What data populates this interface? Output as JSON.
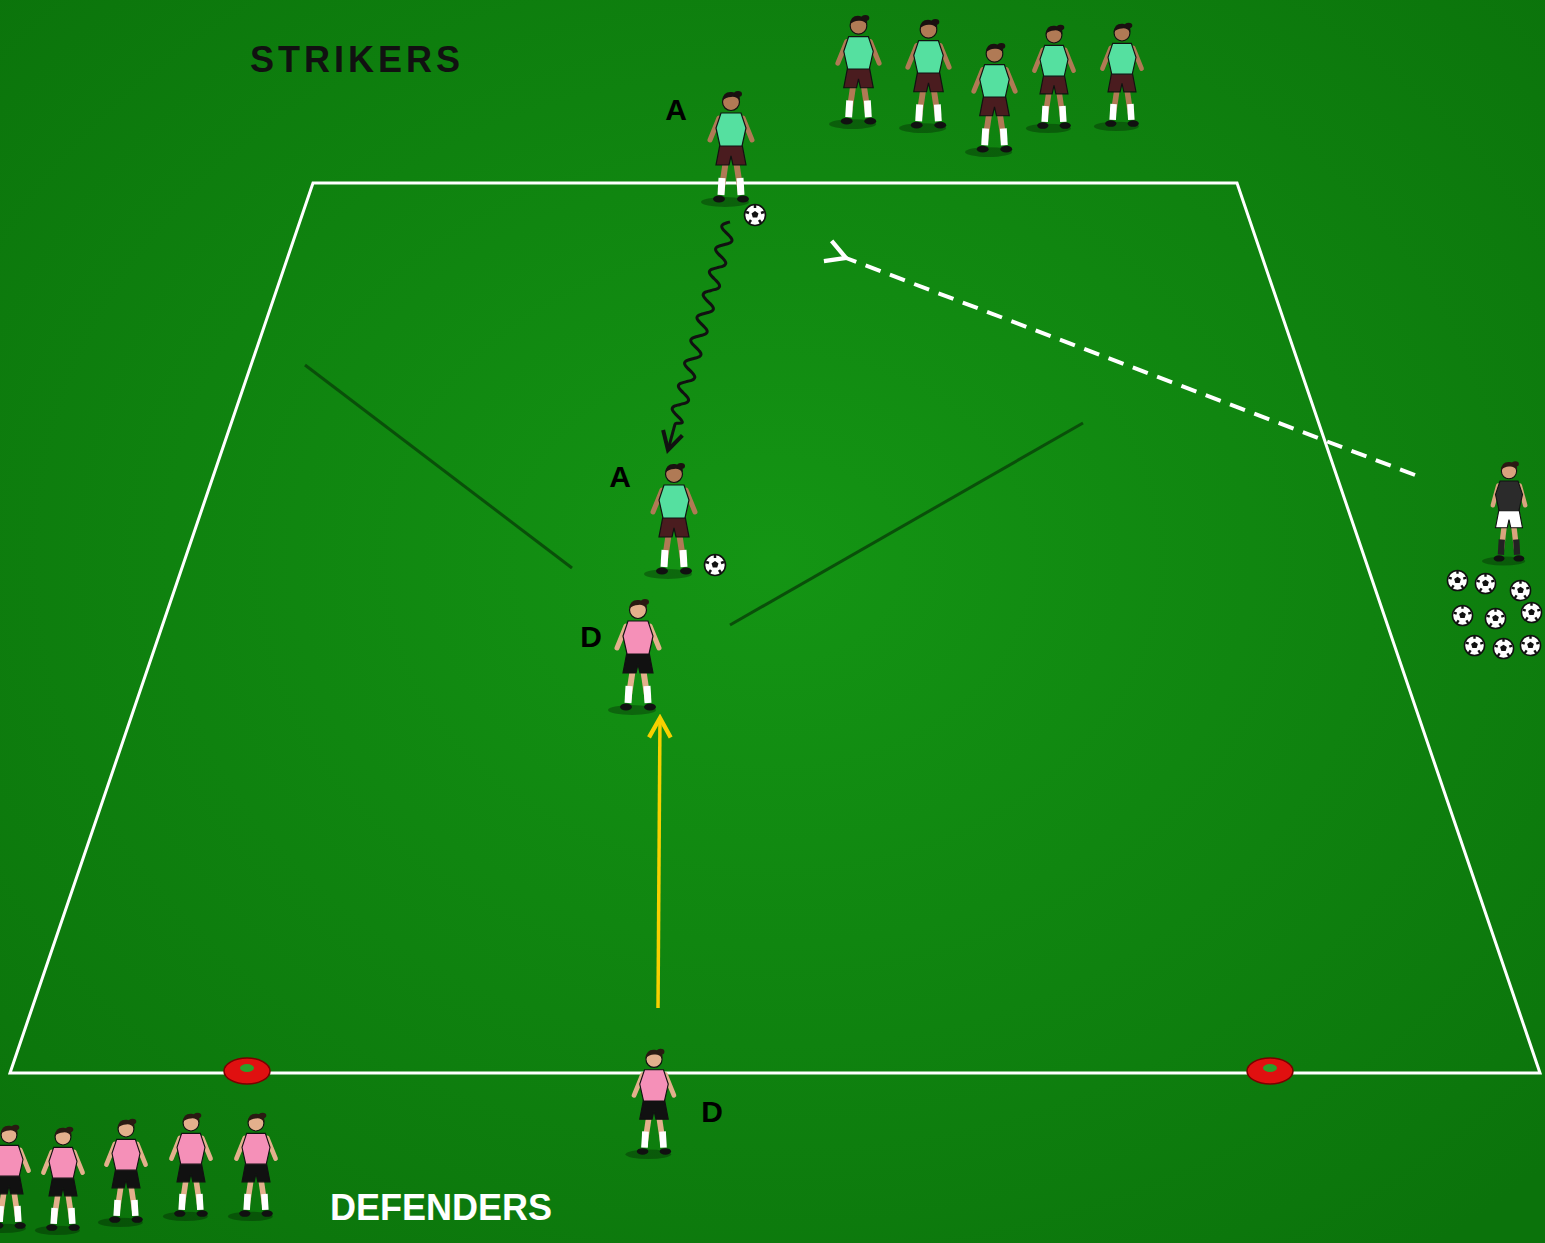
{
  "diagram": {
    "nodes": [
      {
        "text": [
          "A"
        ]
      },
      {
        "text": [
          "A"
        ]
      },
      {
        "text": [
          "D"
        ]
      },
      {
        "text": [
          "D"
        ]
      }
    ],
    "edges": [
      {
        "from": 0,
        "to": 1,
        "arrow": "to"
      },
      {
        "from": 3,
        "to": 2,
        "arrow": "to"
      }
    ],
    "labels": [
      "STRIKERS",
      "DEFENDERS"
    ]
  }
}
